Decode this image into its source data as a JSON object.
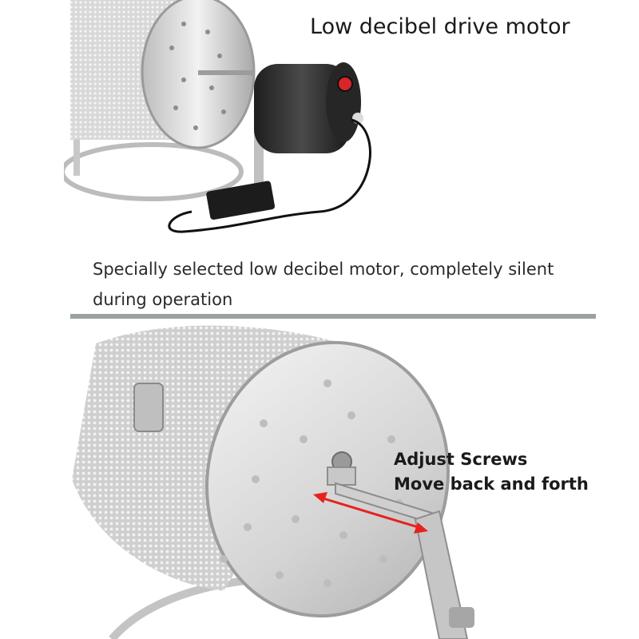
{
  "headline": "Low decibel drive motor",
  "description": "Specially selected low decibel motor, completely silent during operation",
  "callout": {
    "line1": "Adjust Screws",
    "line2": "Move back and forth"
  },
  "colors": {
    "text": "#1a1a1a",
    "divider": "#9aa39e",
    "arrow": "#e8211f",
    "motor": "#2b2b2b",
    "switch": "#d9252a"
  }
}
